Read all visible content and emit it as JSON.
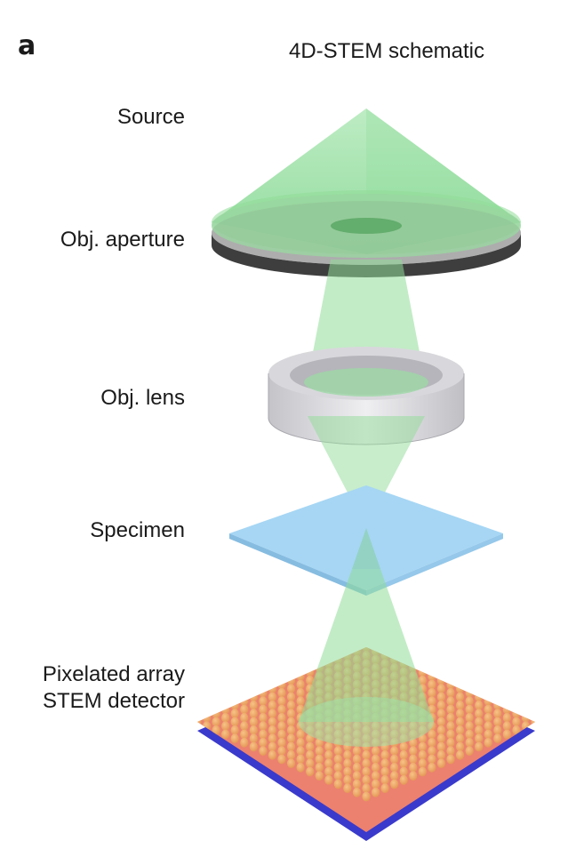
{
  "panel_letter": "a",
  "title": "4D-STEM schematic",
  "labels": {
    "source": "Source",
    "aperture": "Obj. aperture",
    "lens": "Obj. lens",
    "specimen": "Specimen",
    "detector_line1": "Pixelated array",
    "detector_line2": "STEM detector"
  },
  "colors": {
    "beam": "#7fd98a",
    "aperture": "#4a4a4a",
    "lens": "#c9c9cd",
    "specimen": "#9fd3f2",
    "detector_top": "#f07a6a",
    "detector_bump": "#e8a84a",
    "detector_base": "#3a3acc"
  }
}
